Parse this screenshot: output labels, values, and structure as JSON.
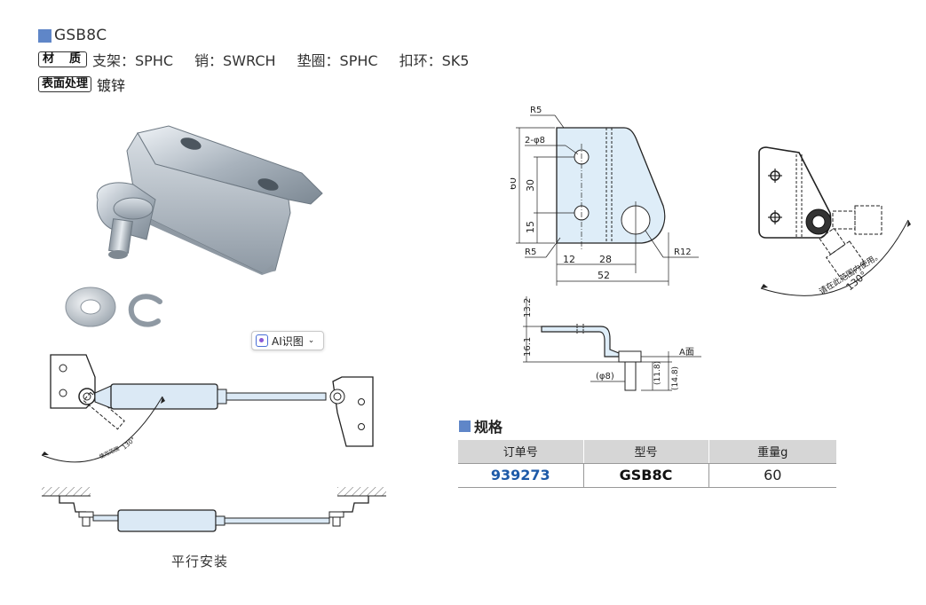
{
  "header": {
    "title": "GSB8C",
    "material_tag": "材　质",
    "materials": [
      "支架：SPHC",
      "销：SWRCH",
      "垫圈：SPHC",
      "扣环：SK5"
    ],
    "surface_tag": "表面处理",
    "surface_value": "镀锌"
  },
  "ai_button": {
    "label": "AI识图",
    "chevron": "⌄"
  },
  "illustration": {
    "range_text_small": "使用范围",
    "angle_small": "130°",
    "caption": "平行安装"
  },
  "drawing": {
    "top_view": {
      "r_top": "R5",
      "holes": "2-φ8",
      "dim_60": "60",
      "dim_30": "30",
      "dim_15": "15",
      "r_bottom": "R5",
      "dim_12": "12",
      "dim_28": "28",
      "dim_52": "52",
      "r_12": "R12"
    },
    "side_view": {
      "dim_13_2": "13.2",
      "dim_16_1": "16.1",
      "pin_dia": "(φ8)",
      "dim_11_8": "(11.8)",
      "dim_14_8": "(14.8)",
      "face": "A面"
    },
    "range_view": {
      "note": "请在此范围内使用。",
      "angle": "130°"
    }
  },
  "spec": {
    "title": "规格",
    "headers": [
      "订单号",
      "型号",
      "重量g"
    ],
    "row": {
      "order_no": "939273",
      "model": "GSB8C",
      "weight": "60"
    }
  },
  "colors": {
    "accent_square": "#5f86c8",
    "order_no": "#1d5aa8",
    "table_header": "#d6d6d6",
    "cylinder_fill": "#dbe9f5",
    "bracket_fill": "#deedf8"
  },
  "icons": [
    "image-search-icon",
    "chevron-down-icon"
  ]
}
